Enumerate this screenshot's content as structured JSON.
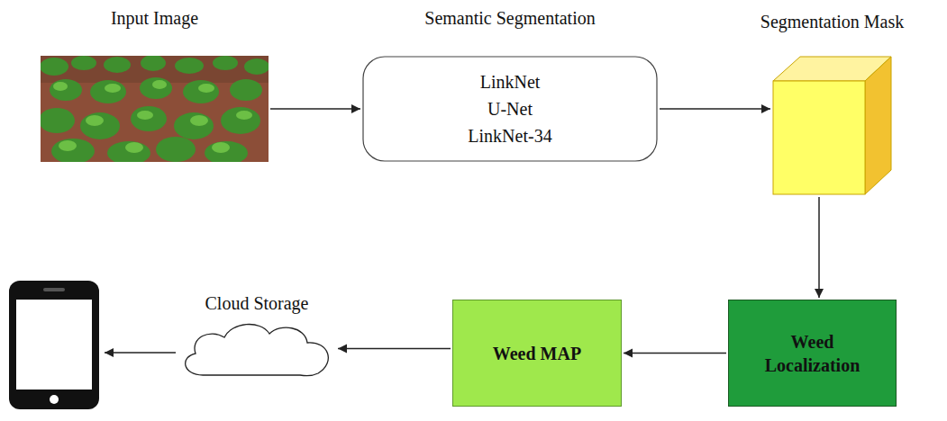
{
  "diagram": {
    "nodes": [
      {
        "text": [
          "Input Image"
        ]
      },
      {
        "text": [
          "Semantic Segmentation",
          "LinkNet",
          "U-Net",
          "LinkNet-34"
        ]
      },
      {
        "text": [
          "Segmentation Mask"
        ]
      },
      {
        "text": [
          "Weed Localization"
        ]
      },
      {
        "text": [
          "Weed MAP"
        ]
      },
      {
        "text": [
          "Cloud Storage"
        ]
      }
    ],
    "edges": [
      {
        "from": 0,
        "to": 1,
        "arrow": "to"
      },
      {
        "from": 1,
        "to": 2,
        "arrow": "to"
      },
      {
        "from": 2,
        "to": 3,
        "arrow": "to"
      },
      {
        "from": 3,
        "to": 4,
        "arrow": "to"
      },
      {
        "from": 4,
        "to": 5,
        "arrow": "to"
      }
    ]
  }
}
